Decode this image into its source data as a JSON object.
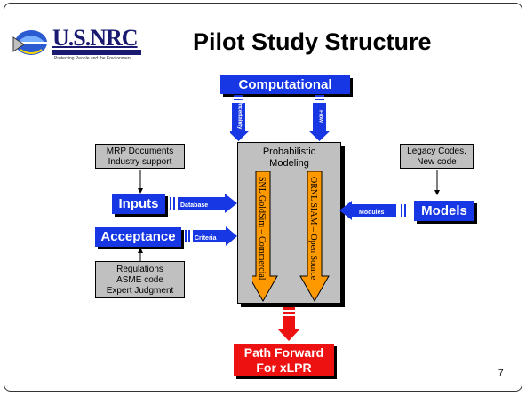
{
  "header": {
    "logo_text": "U.S.NRC",
    "logo_subtext": "Protecting People and the Environment",
    "title": "Pilot Study Structure"
  },
  "computational": {
    "label": "Computational",
    "arrow_uncertainty": "Uncertainty",
    "arrow_flow": "Flow"
  },
  "center": {
    "title_line1": "Probabilistic",
    "title_line2": "Modeling",
    "bar_left": "SNL GoldSim – Commercial",
    "bar_right": "ORNL SIAM – Open Source"
  },
  "left": {
    "mrp_line1": "MRP Documents",
    "mrp_line2": "Industry support",
    "inputs": "Inputs",
    "database": "Database",
    "acceptance": "Acceptance",
    "criteria": "Criteria",
    "reg_line1": "Regulations",
    "reg_line2": "ASME code",
    "reg_line3": "Expert Judgment"
  },
  "right": {
    "legacy_line1": "Legacy Codes,",
    "legacy_line2": "New code",
    "models": "Models",
    "modules": "Modules"
  },
  "bottom": {
    "path_line1": "Path Forward",
    "path_line2": "For xLPR"
  },
  "page_number": "7",
  "colors": {
    "blue": "#1737e5",
    "orange": "#ff9900",
    "red": "#ee1111",
    "gray": "#c0c0c0"
  }
}
